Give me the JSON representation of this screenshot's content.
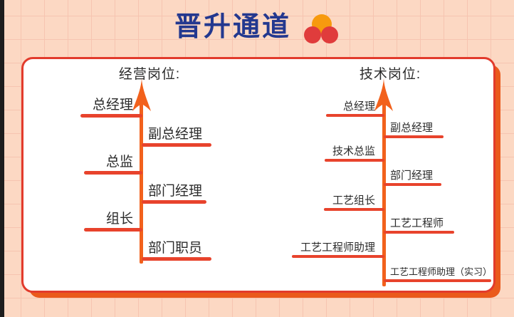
{
  "title": "晋升通道",
  "decoration": {
    "icon": "three-dots-icon"
  },
  "card": {
    "ladders": [
      {
        "id": "management",
        "header": "经营岗位:",
        "left_items": [
          "总经理",
          "总监",
          "组长"
        ],
        "right_items": [
          "副总经理",
          "部门经理",
          "部门职员"
        ]
      },
      {
        "id": "technical",
        "header": "技术岗位:",
        "left_items": [
          "总经理",
          "技术总监",
          "工艺组长",
          "工艺工程师助理"
        ],
        "right_items": [
          "副总经理",
          "部门经理",
          "工艺工程师",
          "工艺工程师助理（实习）"
        ]
      }
    ]
  },
  "colors": {
    "background": "#fcd8c3",
    "grid_line": "#f6c4b0",
    "title_text": "#23388f",
    "card_background": "#ffffff",
    "card_border": "#e23b2c",
    "card_shadow": "#ea5a1c",
    "arrow": "#f2611c",
    "underline": "#e8432c",
    "item_text": "#2b2b2b",
    "icon_orange": "#f79a0e",
    "icon_red": "#e03c3c",
    "left_edge_strip": "#1d1d1d"
  }
}
